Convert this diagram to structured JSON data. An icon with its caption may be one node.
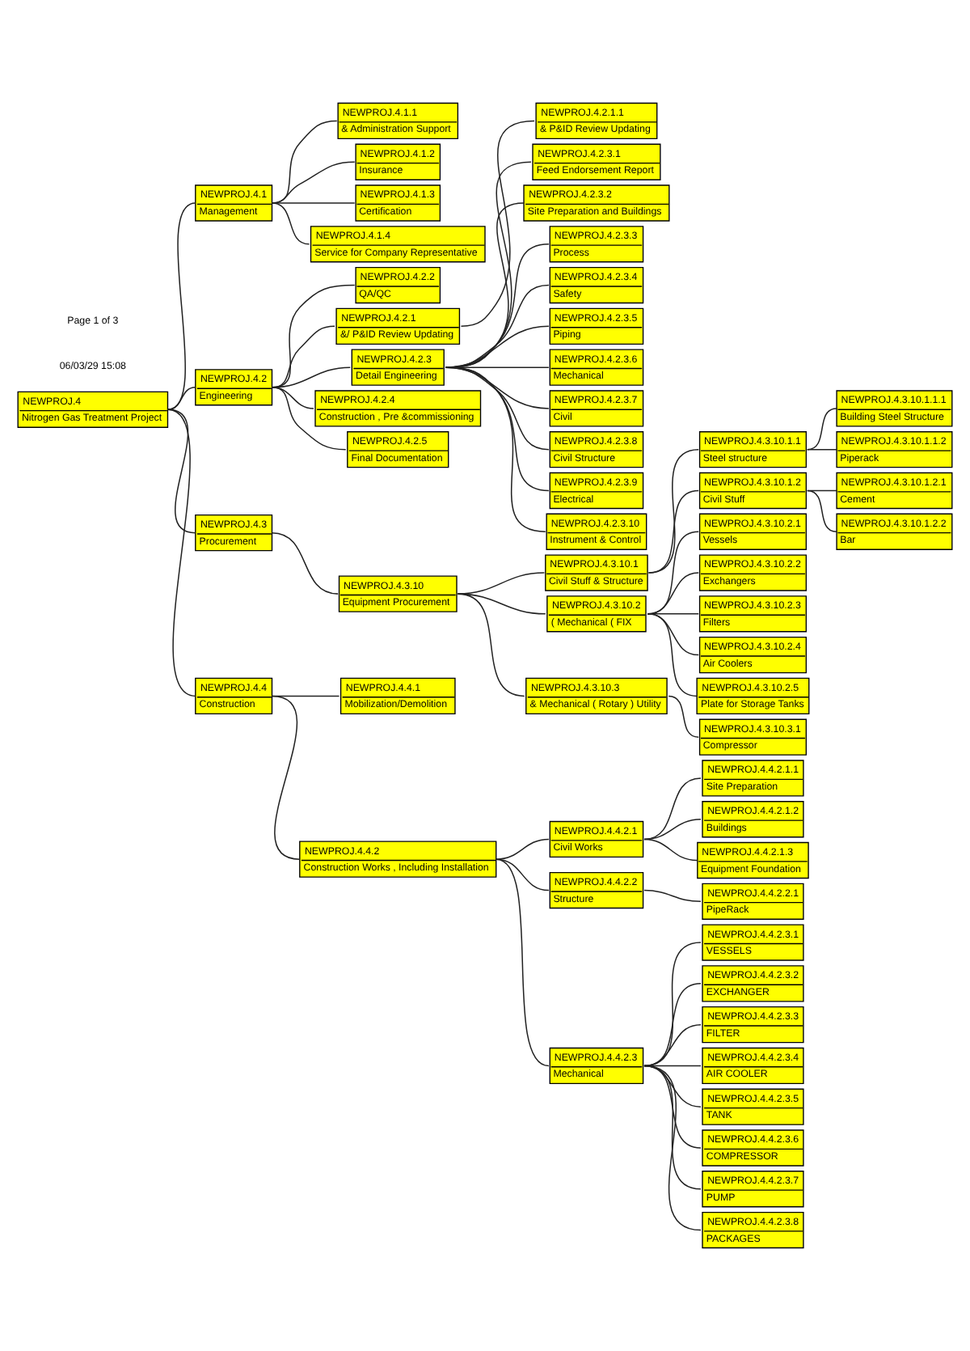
{
  "diagram": {
    "nodes": [
      {
        "text": [
          "NEWPROJ.4",
          "Nitrogen Gas Treatment Project"
        ]
      },
      {
        "text": [
          "NEWPROJ.4.1",
          "Management"
        ]
      },
      {
        "text": [
          "NEWPROJ.4.1.1",
          "& Administration Support"
        ]
      },
      {
        "text": [
          "NEWPROJ.4.1.2",
          "Insurance"
        ]
      },
      {
        "text": [
          "NEWPROJ.4.1.3",
          "Certification"
        ]
      },
      {
        "text": [
          "NEWPROJ.4.1.4",
          "Service for Company Representative"
        ]
      },
      {
        "text": [
          "NEWPROJ.4.2",
          "Engineering"
        ]
      },
      {
        "text": [
          "NEWPROJ.4.2.2",
          "QA/QC"
        ]
      },
      {
        "text": [
          "NEWPROJ.4.2.1",
          "&/ P&ID Review Updating"
        ]
      },
      {
        "text": [
          "NEWPROJ.4.2.1.1",
          "& P&ID Review Updating"
        ]
      },
      {
        "text": [
          "NEWPROJ.4.2.3",
          "Detail Engineering"
        ]
      },
      {
        "text": [
          "NEWPROJ.4.2.3.1",
          "Feed Endorsement Report"
        ]
      },
      {
        "text": [
          "NEWPROJ.4.2.3.2",
          "Site Preparation and Buildings"
        ]
      },
      {
        "text": [
          "NEWPROJ.4.2.3.3",
          "Process"
        ]
      },
      {
        "text": [
          "NEWPROJ.4.2.3.4",
          "Safety"
        ]
      },
      {
        "text": [
          "NEWPROJ.4.2.3.5",
          "Piping"
        ]
      },
      {
        "text": [
          "NEWPROJ.4.2.3.6",
          "Mechanical"
        ]
      },
      {
        "text": [
          "NEWPROJ.4.2.3.7",
          "Civil"
        ]
      },
      {
        "text": [
          "NEWPROJ.4.2.3.8",
          "Civil Structure"
        ]
      },
      {
        "text": [
          "NEWPROJ.4.2.3.9",
          "Electrical"
        ]
      },
      {
        "text": [
          "NEWPROJ.4.2.3.10",
          "Instrument & Control"
        ]
      },
      {
        "text": [
          "NEWPROJ.4.2.4",
          "Construction , Pre &commissioning"
        ]
      },
      {
        "text": [
          "NEWPROJ.4.2.5",
          "Final Documentation"
        ]
      },
      {
        "text": [
          "NEWPROJ.4.3",
          "Procurement"
        ]
      },
      {
        "text": [
          "NEWPROJ.4.3.10",
          "Equipment Procurement"
        ]
      },
      {
        "text": [
          "NEWPROJ.4.3.10.1",
          "Civil Stuff & Structure"
        ]
      },
      {
        "text": [
          "NEWPROJ.4.3.10.1.1",
          "Steel structure"
        ]
      },
      {
        "text": [
          "NEWPROJ.4.3.10.1.1.1",
          "Building Steel Structure"
        ]
      },
      {
        "text": [
          "NEWPROJ.4.3.10.1.1.2",
          "Piperack"
        ]
      },
      {
        "text": [
          "NEWPROJ.4.3.10.1.2",
          "Civil Stuff"
        ]
      },
      {
        "text": [
          "NEWPROJ.4.3.10.1.2.1",
          "Cement"
        ]
      },
      {
        "text": [
          "NEWPROJ.4.3.10.1.2.2",
          "Bar"
        ]
      },
      {
        "text": [
          "NEWPROJ.4.3.10.2",
          "( Mechanical ( FIX"
        ]
      },
      {
        "text": [
          "NEWPROJ.4.3.10.2.1",
          "Vessels"
        ]
      },
      {
        "text": [
          "NEWPROJ.4.3.10.2.2",
          "Exchangers"
        ]
      },
      {
        "text": [
          "NEWPROJ.4.3.10.2.3",
          "Filters"
        ]
      },
      {
        "text": [
          "NEWPROJ.4.3.10.2.4",
          "Air Coolers"
        ]
      },
      {
        "text": [
          "NEWPROJ.4.3.10.2.5",
          "Plate for Storage Tanks"
        ]
      },
      {
        "text": [
          "NEWPROJ.4.3.10.3",
          "& Mechanical ( Rotary ) Utility"
        ]
      },
      {
        "text": [
          "NEWPROJ.4.3.10.3.1",
          "Compressor"
        ]
      },
      {
        "text": [
          "NEWPROJ.4.4",
          "Construction"
        ]
      },
      {
        "text": [
          "NEWPROJ.4.4.1",
          "Mobilization/Demolition"
        ]
      },
      {
        "text": [
          "NEWPROJ.4.4.2",
          "Construction Works , Including Installation"
        ]
      },
      {
        "text": [
          "NEWPROJ.4.4.2.1",
          "Civil Works"
        ]
      },
      {
        "text": [
          "NEWPROJ.4.4.2.1.1",
          "Site Preparation"
        ]
      },
      {
        "text": [
          "NEWPROJ.4.4.2.1.2",
          "Buildings"
        ]
      },
      {
        "text": [
          "NEWPROJ.4.4.2.1.3",
          "Equipment Foundation"
        ]
      },
      {
        "text": [
          "NEWPROJ.4.4.2.2",
          "Structure"
        ]
      },
      {
        "text": [
          "NEWPROJ.4.4.2.2.1",
          "PipeRack"
        ]
      },
      {
        "text": [
          "NEWPROJ.4.4.2.3",
          "Mechanical"
        ]
      },
      {
        "text": [
          "NEWPROJ.4.4.2.3.1",
          "VESSELS"
        ]
      },
      {
        "text": [
          "NEWPROJ.4.4.2.3.2",
          "EXCHANGER"
        ]
      },
      {
        "text": [
          "NEWPROJ.4.4.2.3.3",
          "FILTER"
        ]
      },
      {
        "text": [
          "NEWPROJ.4.4.2.3.4",
          "AIR COOLER"
        ]
      },
      {
        "text": [
          "NEWPROJ.4.4.2.3.5",
          "TANK"
        ]
      },
      {
        "text": [
          "NEWPROJ.4.4.2.3.6",
          "COMPRESSOR"
        ]
      },
      {
        "text": [
          "NEWPROJ.4.4.2.3.7",
          "PUMP"
        ]
      },
      {
        "text": [
          "NEWPROJ.4.4.2.3.8",
          "PACKAGES"
        ]
      }
    ],
    "edges": [
      {
        "from": 0,
        "to": 1,
        "arrow": "none"
      },
      {
        "from": 1,
        "to": 2,
        "arrow": "none"
      },
      {
        "from": 1,
        "to": 3,
        "arrow": "none"
      },
      {
        "from": 1,
        "to": 4,
        "arrow": "none"
      },
      {
        "from": 1,
        "to": 5,
        "arrow": "none"
      },
      {
        "from": 0,
        "to": 6,
        "arrow": "none"
      },
      {
        "from": 6,
        "to": 7,
        "arrow": "none"
      },
      {
        "from": 6,
        "to": 8,
        "arrow": "none"
      },
      {
        "from": 8,
        "to": 9,
        "arrow": "none"
      },
      {
        "from": 6,
        "to": 10,
        "arrow": "none"
      },
      {
        "from": 10,
        "to": 11,
        "arrow": "none"
      },
      {
        "from": 10,
        "to": 12,
        "arrow": "none"
      },
      {
        "from": 10,
        "to": 13,
        "arrow": "none"
      },
      {
        "from": 10,
        "to": 14,
        "arrow": "none"
      },
      {
        "from": 10,
        "to": 15,
        "arrow": "none"
      },
      {
        "from": 10,
        "to": 16,
        "arrow": "none"
      },
      {
        "from": 10,
        "to": 17,
        "arrow": "none"
      },
      {
        "from": 10,
        "to": 18,
        "arrow": "none"
      },
      {
        "from": 10,
        "to": 19,
        "arrow": "none"
      },
      {
        "from": 10,
        "to": 20,
        "arrow": "none"
      },
      {
        "from": 6,
        "to": 21,
        "arrow": "none"
      },
      {
        "from": 6,
        "to": 22,
        "arrow": "none"
      },
      {
        "from": 0,
        "to": 23,
        "arrow": "none"
      },
      {
        "from": 23,
        "to": 24,
        "arrow": "none"
      },
      {
        "from": 24,
        "to": 25,
        "arrow": "none"
      },
      {
        "from": 25,
        "to": 26,
        "arrow": "none"
      },
      {
        "from": 26,
        "to": 27,
        "arrow": "none"
      },
      {
        "from": 26,
        "to": 28,
        "arrow": "none"
      },
      {
        "from": 25,
        "to": 29,
        "arrow": "none"
      },
      {
        "from": 29,
        "to": 30,
        "arrow": "none"
      },
      {
        "from": 29,
        "to": 31,
        "arrow": "none"
      },
      {
        "from": 24,
        "to": 32,
        "arrow": "none"
      },
      {
        "from": 32,
        "to": 33,
        "arrow": "none"
      },
      {
        "from": 32,
        "to": 34,
        "arrow": "none"
      },
      {
        "from": 32,
        "to": 35,
        "arrow": "none"
      },
      {
        "from": 32,
        "to": 36,
        "arrow": "none"
      },
      {
        "from": 32,
        "to": 37,
        "arrow": "none"
      },
      {
        "from": 24,
        "to": 38,
        "arrow": "none"
      },
      {
        "from": 38,
        "to": 39,
        "arrow": "none"
      },
      {
        "from": 0,
        "to": 40,
        "arrow": "none"
      },
      {
        "from": 40,
        "to": 41,
        "arrow": "none"
      },
      {
        "from": 40,
        "to": 42,
        "arrow": "none"
      },
      {
        "from": 42,
        "to": 43,
        "arrow": "none"
      },
      {
        "from": 43,
        "to": 44,
        "arrow": "none"
      },
      {
        "from": 43,
        "to": 45,
        "arrow": "none"
      },
      {
        "from": 43,
        "to": 46,
        "arrow": "none"
      },
      {
        "from": 42,
        "to": 47,
        "arrow": "none"
      },
      {
        "from": 47,
        "to": 48,
        "arrow": "none"
      },
      {
        "from": 42,
        "to": 49,
        "arrow": "none"
      },
      {
        "from": 49,
        "to": 50,
        "arrow": "none"
      },
      {
        "from": 49,
        "to": 51,
        "arrow": "none"
      },
      {
        "from": 49,
        "to": 52,
        "arrow": "none"
      },
      {
        "from": 49,
        "to": 53,
        "arrow": "none"
      },
      {
        "from": 49,
        "to": 54,
        "arrow": "none"
      },
      {
        "from": 49,
        "to": 55,
        "arrow": "none"
      },
      {
        "from": 49,
        "to": 56,
        "arrow": "none"
      },
      {
        "from": 49,
        "to": 57,
        "arrow": "none"
      }
    ],
    "labels": [
      "06/03/29 15:08",
      "Page 1 of 3"
    ]
  }
}
